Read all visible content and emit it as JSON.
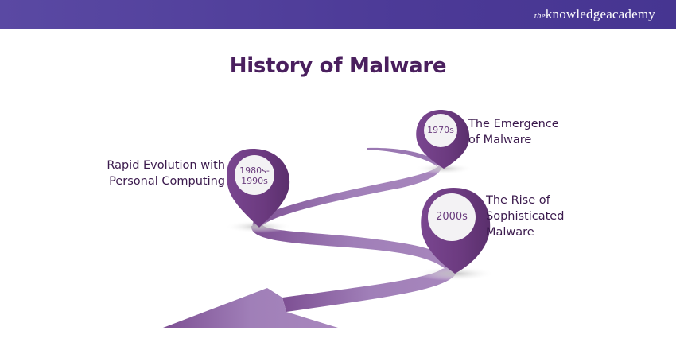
{
  "header": {
    "logo_prefix": "the",
    "logo_main": "knowledgeacademy",
    "bar_color": "#5046a0"
  },
  "title": "History of Malware",
  "milestones": [
    {
      "era": "1970s",
      "label_line1": "The Emergence",
      "label_line2": "of Malware",
      "label_line3": ""
    },
    {
      "era_line1": "1980s-",
      "era_line2": "1990s",
      "label_line1": "Rapid Evolution with",
      "label_line2": "Personal Computing",
      "label_line3": ""
    },
    {
      "era": "2000s",
      "label_line1": "The Rise of",
      "label_line2": "Sophisticated",
      "label_line3": "Malware"
    }
  ],
  "colors": {
    "pin": "#6b3a7f",
    "road": "#a27db8",
    "title": "#4a1f5e"
  }
}
